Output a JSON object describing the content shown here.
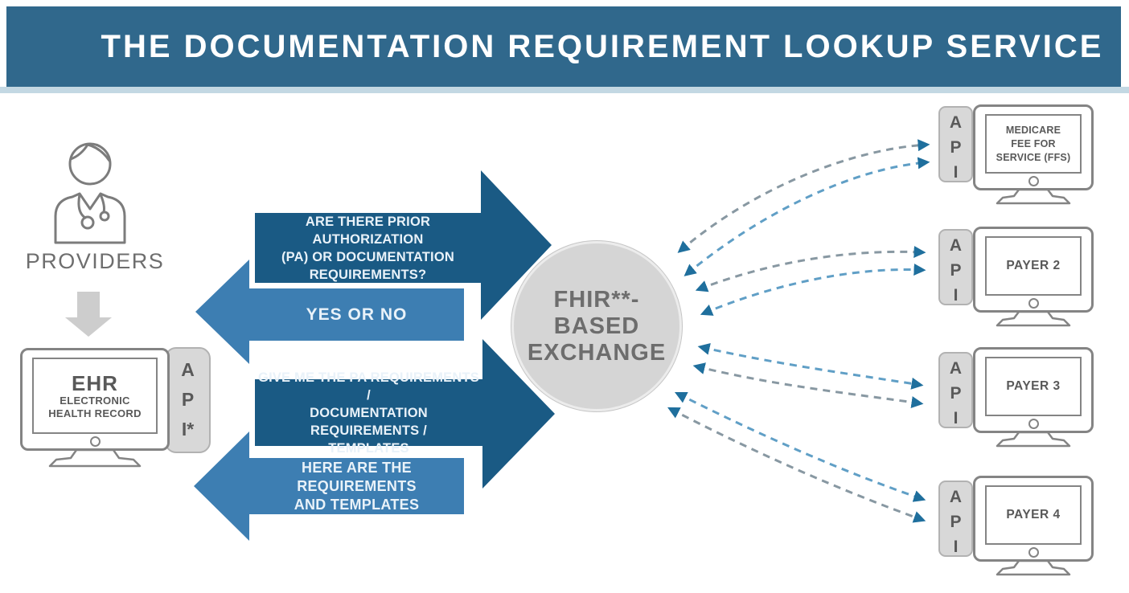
{
  "header": {
    "title": "THE DOCUMENTATION REQUIREMENT LOOKUP SERVICE"
  },
  "providers": {
    "label": "PROVIDERS"
  },
  "ehr": {
    "title": "EHR",
    "subtitle_line1": "ELECTRONIC",
    "subtitle_line2": "HEALTH RECORD",
    "api_letters": [
      "A",
      "P",
      "I*"
    ]
  },
  "exchange": {
    "line1": "FHIR**-BASED",
    "line2": "EXCHANGE"
  },
  "arrows": {
    "question": {
      "lines": [
        "ARE THERE PRIOR AUTHORIZATION",
        "(PA) OR DOCUMENTATION",
        "REQUIREMENTS?"
      ]
    },
    "answer": {
      "label": "YES OR NO"
    },
    "request": {
      "lines": [
        "GIVE ME THE PA REQUIREMENTS /",
        "DOCUMENTATION REQUIREMENTS /",
        "TEMPLATES"
      ]
    },
    "response": {
      "lines": [
        "HERE ARE THE REQUIREMENTS",
        "AND TEMPLATES"
      ]
    }
  },
  "payers": {
    "api_letters": [
      "A",
      "P",
      "I"
    ],
    "items": [
      {
        "lines": [
          "MEDICARE",
          "FEE FOR",
          "SERVICE (FFS)"
        ]
      },
      {
        "lines": [
          "PAYER 2"
        ]
      },
      {
        "lines": [
          "PAYER 3"
        ]
      },
      {
        "lines": [
          "PAYER 4"
        ]
      }
    ]
  },
  "icons": {
    "provider": "doctor-person-icon",
    "ehr": "computer-monitor-icon",
    "payer": "computer-monitor-icon",
    "flow_down": "down-arrow-icon",
    "exchange_links": "dashed-double-arrow-icon"
  },
  "colors": {
    "header_bar": "#30688c",
    "header_strip": "#c3d8e3",
    "dark_arrow": "#1a5a84",
    "light_arrow": "#3d7eb2",
    "dashed_gray": "#8898a2",
    "dashed_blue": "#609fc6",
    "arrowhead": "#1f6f9d",
    "circle_fill": "#d5d5d5",
    "gray_text": "#595959",
    "outline_gray": "#848484"
  }
}
